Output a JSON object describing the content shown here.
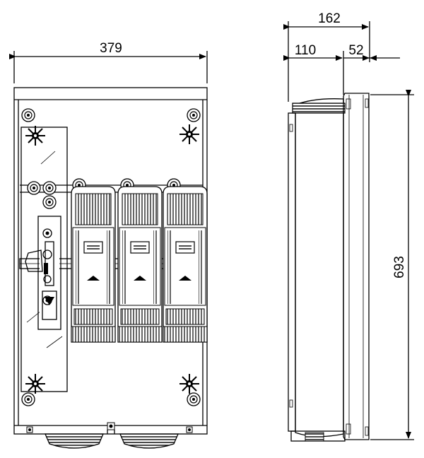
{
  "drawing": {
    "front_view": {
      "width_dim": "379"
    },
    "side_view": {
      "total_depth_dim": "162",
      "depth_main_dim": "110",
      "depth_cover_dim": "52",
      "height_dim": "693"
    }
  }
}
